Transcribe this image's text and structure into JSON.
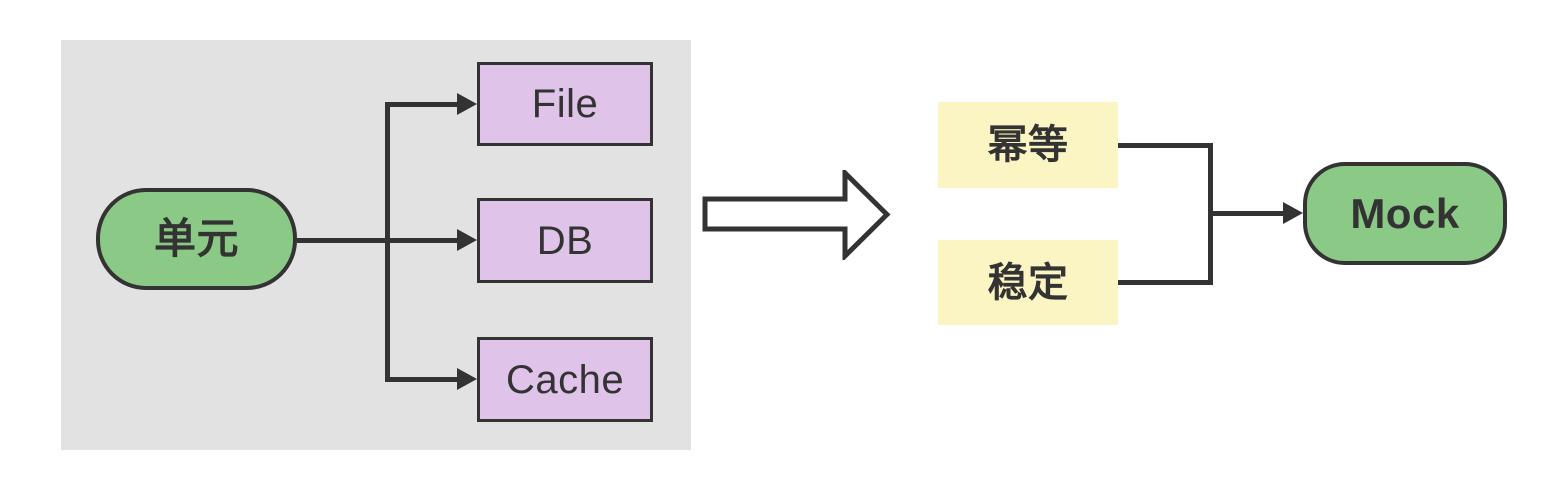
{
  "colors": {
    "stroke": "#333333",
    "green": "#8BCA86",
    "purple": "#DFC3E9",
    "yellow": "#FBF5C3",
    "panel-bg": "#E2E2E2",
    "canvas-bg": "#FFFFFF"
  },
  "left_panel": {
    "unit_node": {
      "label": "单元"
    },
    "dependencies": [
      {
        "label": "File"
      },
      {
        "label": "DB"
      },
      {
        "label": "Cache"
      }
    ]
  },
  "transform": {
    "icon": "hollow-right-arrow"
  },
  "right_group": {
    "properties": [
      {
        "label": "幂等"
      },
      {
        "label": "稳定"
      }
    ],
    "mock_node": {
      "label": "Mock"
    }
  }
}
